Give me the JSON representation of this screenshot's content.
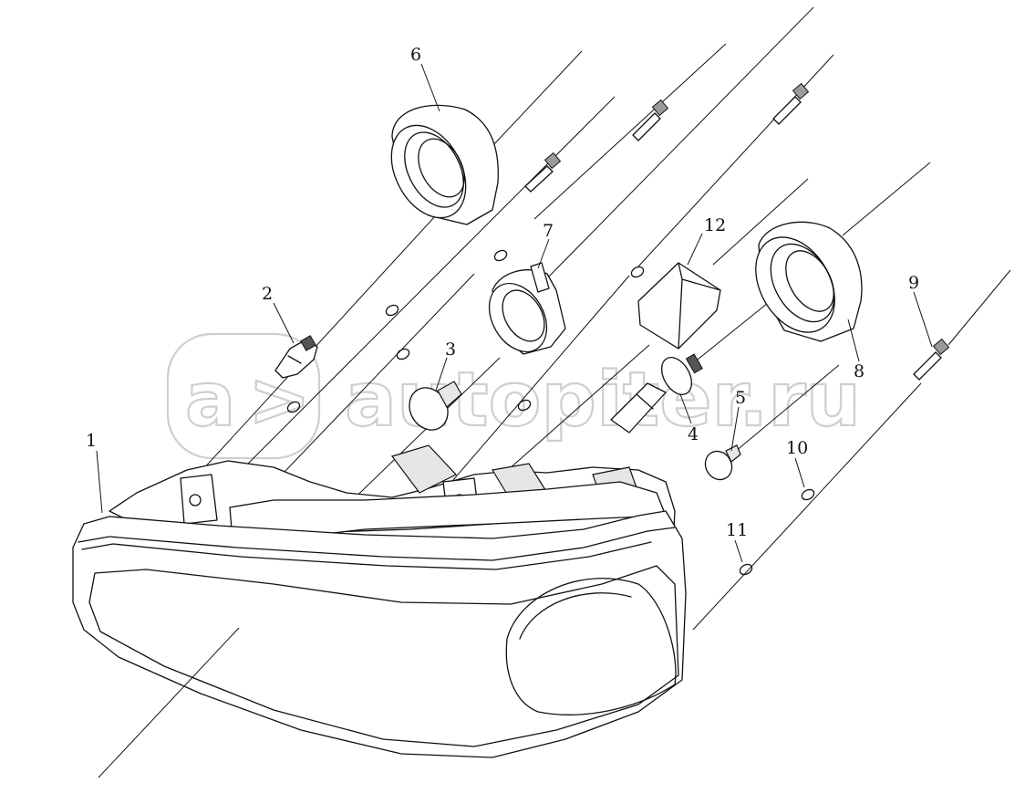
{
  "watermark": {
    "text": "autopiter.ru",
    "logo_letter": "a",
    "logo_arrow": ">"
  },
  "callouts": {
    "n1": "1",
    "n2": "2",
    "n3": "3",
    "n4": "4",
    "n5": "5",
    "n6": "6",
    "n7": "7",
    "n8": "8",
    "n9": "9",
    "n10": "10",
    "n11": "11",
    "n12": "12"
  },
  "colors": {
    "line": "#111111",
    "watermark": "#cfcfcf",
    "background": "#ffffff"
  }
}
